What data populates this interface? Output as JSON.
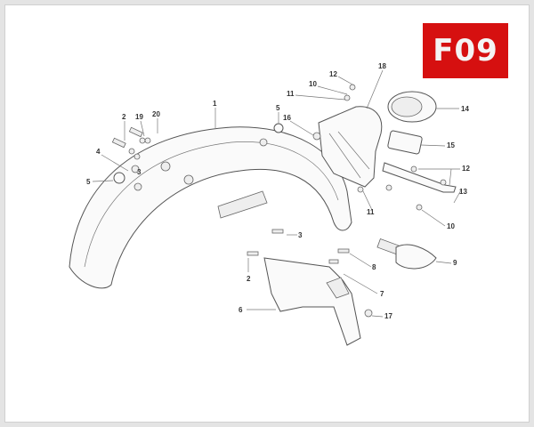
{
  "section_code": "F09",
  "badge_color": "#d61010",
  "callouts": {
    "c1": "1",
    "c2a": "2",
    "c19": "19",
    "c20": "20",
    "c4": "4",
    "c3a": "3",
    "c5a": "5",
    "c5b": "5",
    "c16": "16",
    "c12a": "12",
    "c10a": "10",
    "c11a": "11",
    "c18": "18",
    "c14": "14",
    "c15": "15",
    "c12b": "12",
    "c13": "13",
    "c11b": "11",
    "c10b": "10",
    "c9": "9",
    "c3b": "3",
    "c8": "8",
    "c2b": "2",
    "c7": "7",
    "c6": "6",
    "c17": "17"
  }
}
